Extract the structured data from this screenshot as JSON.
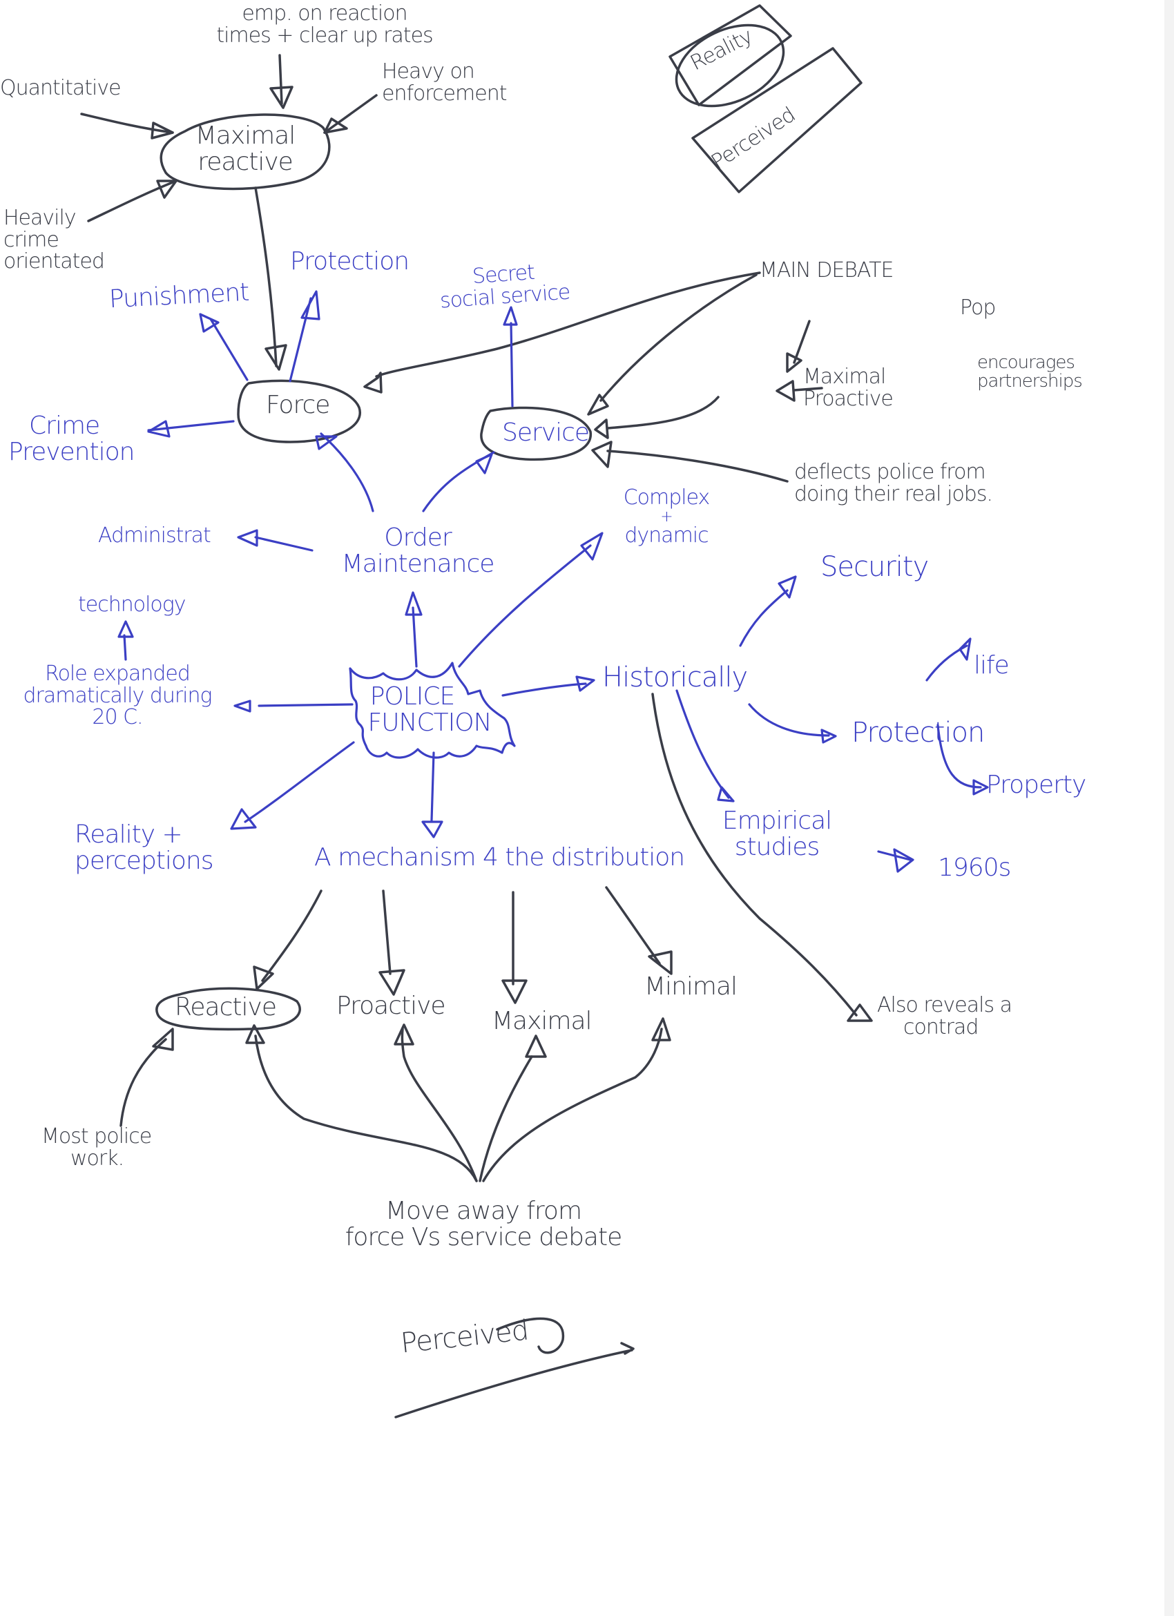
{
  "title": "POLICE FUNCTION",
  "colors": {
    "black_ink": "#3a3d47",
    "blue_ink": "#3b3fc4",
    "paper": "#ffffff"
  },
  "nodes": {
    "police_function": [
      "POLICE",
      "FUNCTION"
    ],
    "maximal_reactive": [
      "Maximal",
      "reactive"
    ],
    "emp_reaction": [
      "emp. on reaction",
      "times + clear up rates"
    ],
    "quantitative": "Quantitative",
    "heavy_enforcement": [
      "Heavy on",
      "enforcement"
    ],
    "heavily_crime": [
      "Heavily",
      "crime",
      "orientated"
    ],
    "reality_box": "Reality",
    "perceived_box": "Perceived",
    "punishment": "Punishment",
    "protection_top": "Protection",
    "secret_social_service": [
      "Secret",
      "social service"
    ],
    "main_debate": "MAIN DEBATE",
    "pop": "Pop",
    "maximal_proactive": [
      "Maximal",
      "Proactive"
    ],
    "encourages_partnerships": [
      "encourages",
      "partnerships"
    ],
    "force": "Force",
    "service": "Service",
    "crime_prevention": [
      "Crime",
      "Prevention"
    ],
    "deflects": [
      "deflects police from",
      "doing their real jobs."
    ],
    "administrat": "Administrat",
    "order_maintenance": [
      "Order",
      "Maintenance"
    ],
    "complex_dynamic": [
      "Complex",
      "+",
      "dynamic"
    ],
    "security": "Security",
    "technology": "technology",
    "role_expanded": [
      "Role expanded",
      "dramatically during",
      "20 C."
    ],
    "historically": "Historically",
    "life": "life",
    "protection_hist": "Protection",
    "property": "Property",
    "reality_perceptions": [
      "Reality +",
      "perceptions"
    ],
    "mechanism": "A mechanism 4 the distribution",
    "empirical_studies": [
      "Empirical",
      "studies"
    ],
    "sixties": "1960s",
    "reactive": "Reactive",
    "proactive": "Proactive",
    "maximal": "Maximal",
    "minimal": "Minimal",
    "also_reveals": [
      "Also reveals a",
      "contrad"
    ],
    "most_police_work": [
      "Most police",
      "work."
    ],
    "move_away": [
      "Move away from",
      "force Vs service debate"
    ],
    "perceived_bottom": "Perceived"
  }
}
